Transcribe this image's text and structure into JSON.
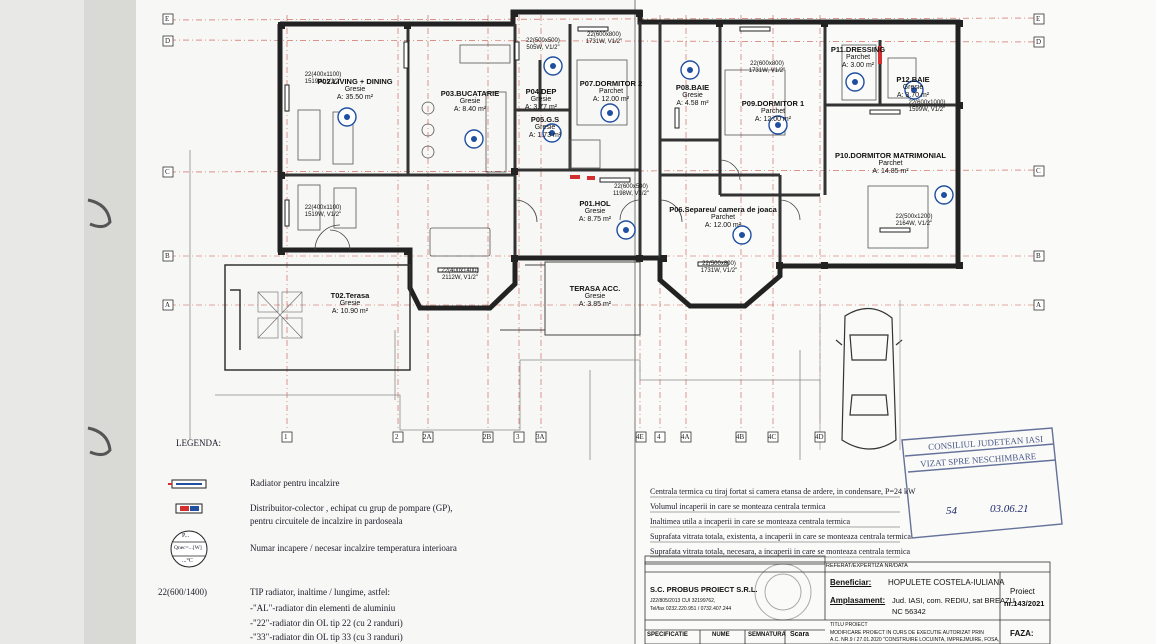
{
  "rooms": [
    {
      "id": "P02",
      "name": "P02.LIVING + DINING",
      "floor": "Gresie",
      "area": "A: 35.50 m²"
    },
    {
      "id": "P03",
      "name": "P03.BUCATARIE",
      "floor": "Gresie",
      "area": "A: 8.40 m²"
    },
    {
      "id": "P04",
      "name": "P04.DEP",
      "floor": "Gresie",
      "area": "A: 3.77 m²"
    },
    {
      "id": "P05",
      "name": "P05.G.S",
      "floor": "Gresie",
      "area": "A: 1.73 m²"
    },
    {
      "id": "P01",
      "name": "P01.HOL",
      "floor": "Gresie",
      "area": "A: 8.75 m²"
    },
    {
      "id": "P07",
      "name": "P07.DORMITOR 2",
      "floor": "Parchet",
      "area": "A: 12.00 m²"
    },
    {
      "id": "P08",
      "name": "P08.BAIE",
      "floor": "Gresie",
      "area": "A: 4.58 m²"
    },
    {
      "id": "P09",
      "name": "P09.DORMITOR 1",
      "floor": "Parchet",
      "area": "A: 12.00 m²"
    },
    {
      "id": "P11",
      "name": "P11.DRESSING",
      "floor": "Parchet",
      "area": "A: 3.00 m²"
    },
    {
      "id": "P12",
      "name": "P12.BAIE",
      "floor": "Gresie",
      "area": "A: 3.70 m²"
    },
    {
      "id": "P10",
      "name": "P10.DORMITOR MATRIMONIAL",
      "floor": "Parchet",
      "area": "A: 14.85 m²"
    },
    {
      "id": "P06",
      "name": "P06.Separeu/ camera de joaca",
      "floor": "Parchet",
      "area": "A: 12.00 m²"
    },
    {
      "id": "T01",
      "name": "TERASA ACC.",
      "floor": "Gresie",
      "area": "A: 3.85 m²"
    },
    {
      "id": "T02",
      "name": "T02.Terasa",
      "floor": "Gresie",
      "area": "A: 10.90 m²"
    }
  ],
  "radiators": [
    {
      "id": "r1",
      "type": "22(400x1100)",
      "power": "1519W, V1/2\""
    },
    {
      "id": "r2",
      "type": "22(400x1100)",
      "power": "1519W, V1/2\""
    },
    {
      "id": "r3",
      "type": "22(400x1400)",
      "power": "2112W, V1/2\""
    },
    {
      "id": "r4",
      "type": "22(600x800)",
      "power": "1731W, V1/2\""
    },
    {
      "id": "r5",
      "type": "22(600x800)",
      "power": "1731W, V1/2\""
    },
    {
      "id": "r6",
      "type": "22(600x1000)",
      "power": "1599W, V1/2\""
    },
    {
      "id": "r7",
      "type": "22(500x1200)",
      "power": "2164W, V1/2\""
    },
    {
      "id": "r8",
      "type": "22(500x800)",
      "power": "1731W, V1/2\""
    },
    {
      "id": "r9",
      "type": "22(600x500)",
      "power": "1198W, V1/2\""
    },
    {
      "id": "r10",
      "type": "22(500x500)",
      "power": "505W, V1/2\""
    }
  ],
  "legend": {
    "title": "LEGENDA:",
    "radiator": "Radiator pentru incalzire",
    "distributor_1": "Distribuitor-colector , echipat cu grup de pompare (GP),",
    "distributor_2": "pentru circuitele de incalzire in pardoseala",
    "room_number": "Numar incapere / necesar incalzire temperatura interioara",
    "room_symbol_top": "P...",
    "room_symbol_mid": "Qnec=...[W]",
    "room_symbol_bot": "...°C",
    "type_example": "22(600/1400)",
    "type_desc": "TIP radiator, inaltime / lungime, astfel:",
    "type_al": "-\"AL\"-radiator din elementi de aluminiu",
    "type_22": "-\"22\"-radiator din OL tip 22 (cu 2 randuri)",
    "type_33": "-\"33\"-radiator din OL tip 33 (cu 3 randuri)"
  },
  "notes": [
    "Centrala termica cu tiraj fortat si camera etansa de ardere, in condensare, P=24 kW",
    "Volumul incaperii in care se monteaza centrala termica",
    "Inaltimea utila a incaperii in care se monteaza centrala termica",
    "Suprafata vitrata totala, existenta, a incaperii in care se monteaza centrala termica",
    "Suprafata vitrata totala, necesara, a incaperii in care se monteaza centrala termica"
  ],
  "stamp": {
    "line1": "CONSILIUL JUDETEAN IASI",
    "line2": "VIZAT SPRE NESCHIMBARE",
    "number": "54",
    "date": "03.06.21"
  },
  "title_block": {
    "ref_label": "REFERAT/EXPERTIZA NR/DATA",
    "company": "S.C. PROBUS PROIECT S.R.L.",
    "company_info1": "J22/805/2013 CUI 32199762,",
    "company_info2": "Tel/fax 0232.220.951 / 0732.407.244",
    "beneficiar_label": "Beneficiar:",
    "beneficiar": "HOPULETE COSTELA-IULIANA",
    "amplasament_label": "Amplasament:",
    "amplasament_1": "Jud. IASI, com. REDIU, sat BREAZU,",
    "amplasament_2": "NC 56342",
    "proiect_label": "Proiect",
    "proiect_nr": "nr.143/2021",
    "titlu_label": "TITLU PROIECT",
    "titlu_1": "MODIFICARE PROIECT IN CURS DE EXECUTIE AUTORIZAT PRIN",
    "titlu_2": "A.C. NR.9 / 27.01.2020 \"CONSTRUIRE LOCUINTA, IMPREJMUIRE, FOSA,",
    "specificatie_label": "SPECIFICATIE",
    "nume_label": "NUME",
    "semnatura_label": "SEMNATURA",
    "scara_label": "Scara",
    "faza_label": "FAZA:"
  },
  "grid_rows": [
    "E",
    "D",
    "C",
    "B",
    "A"
  ],
  "grid_cols_left": [
    "1",
    "2",
    "2A",
    "2B",
    "3",
    "3A"
  ],
  "grid_cols_right": [
    "4",
    "4A",
    "4B",
    "4C",
    "4D",
    "4E"
  ]
}
